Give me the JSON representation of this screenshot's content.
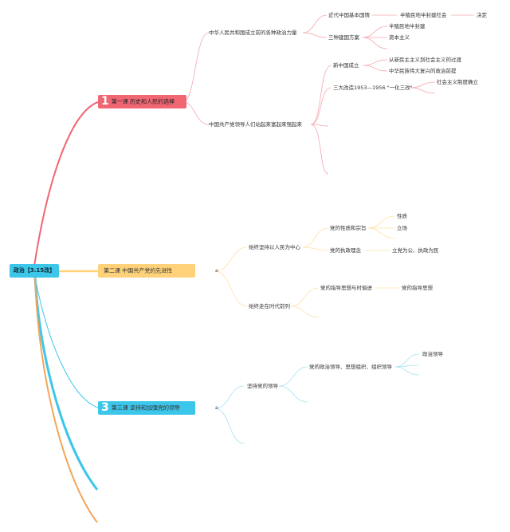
{
  "root": {
    "label": "政治【3.15改】"
  },
  "branches": [
    {
      "number": "1",
      "label": "第一课 历史和人民的选择",
      "children": [
        {
          "label": "中华人民共和国成立前的各种政治力量",
          "children": [
            {
              "label": "近代中国基本国情",
              "children": [
                {
                  "label": "半殖民地半封建社会",
                  "children": [
                    {
                      "label": "决定"
                    }
                  ]
                }
              ]
            },
            {
              "label": "三种建国方案",
              "children": [
                {
                  "label": "半殖民地半封建"
                },
                {
                  "label": "资本主义"
                }
              ]
            }
          ]
        },
        {
          "label": "中国共产党领导人们站起来富起来强起来",
          "children": [
            {
              "label": "新中国成立",
              "children": [
                {
                  "label": "从新民主主义到社会主义的过渡"
                },
                {
                  "label": "中华民族伟大复兴的政治前提"
                }
              ]
            },
            {
              "label": "三大改造1953—1956 \"一化三改\"",
              "children": [
                {
                  "label": "社会主义制度确立"
                }
              ]
            }
          ]
        }
      ]
    },
    {
      "number": "",
      "label": "第二课 中国共产党的先进性",
      "children": [
        {
          "label": "始终坚持以人民为中心",
          "children": [
            {
              "label": "党的性质和宗旨",
              "children": [
                {
                  "label": "性质"
                },
                {
                  "label": "立场"
                }
              ]
            },
            {
              "label": "党的执政理念",
              "children": [
                {
                  "label": "立党为公、执政为民"
                }
              ]
            }
          ]
        },
        {
          "label": "始终走在时代前列",
          "children": [
            {
              "label": "党的指导思想与时俱进",
              "children": [
                {
                  "label": "党的指导思想"
                }
              ]
            }
          ]
        }
      ]
    },
    {
      "number": "3",
      "label": "第三课 坚持和加强党的领导",
      "children": [
        {
          "label": "坚持党的领导",
          "children": [
            {
              "label": "党的政治领导、思想组织、组织领导",
              "children": [
                {
                  "label": "政治领导"
                }
              ]
            }
          ]
        }
      ]
    }
  ],
  "collapse_marker": "a",
  "colors": {
    "root": "#3cc6ea",
    "branch1": "#f06673",
    "branch2": "#ffd27a",
    "branch3": "#3cc6ea",
    "orange": "#f2a65a"
  }
}
